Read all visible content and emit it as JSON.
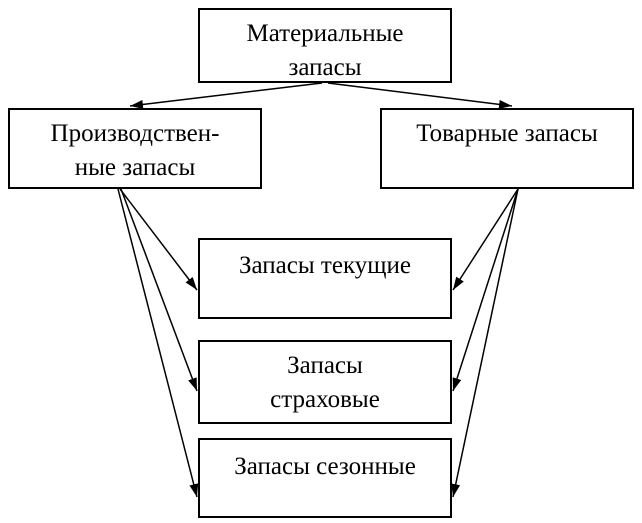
{
  "boxes": {
    "material": {
      "line1": "Материальные",
      "line2": "запасы"
    },
    "production": {
      "line1": "Производствен-",
      "line2": "ные запасы"
    },
    "commodity": {
      "line1": "Товарные запасы"
    },
    "current": {
      "line1": "Запасы текущие"
    },
    "safety": {
      "line1": "Запасы",
      "line2": "страховые"
    },
    "seasonal": {
      "line1": "Запасы сезонные"
    }
  },
  "colors": {
    "stroke": "#000000",
    "background": "#ffffff"
  }
}
